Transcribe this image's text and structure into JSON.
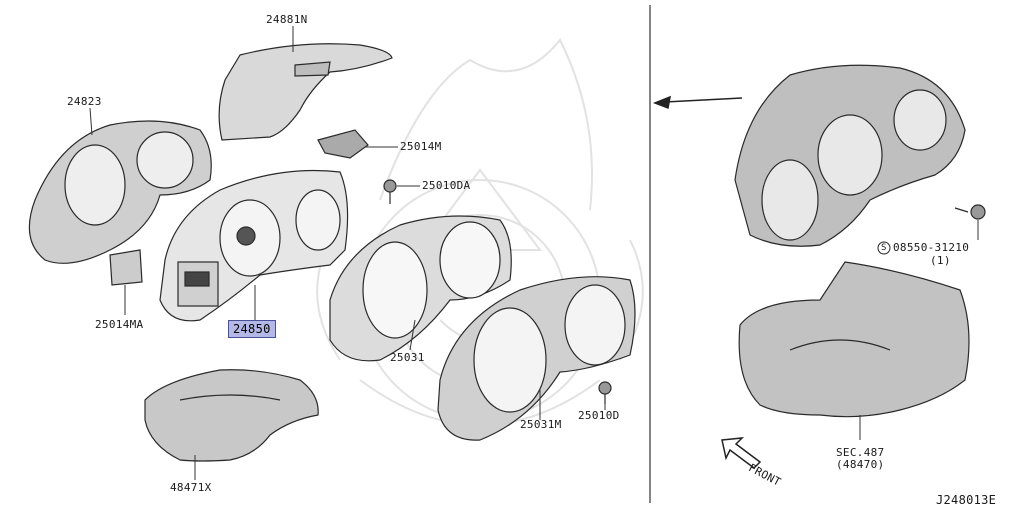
{
  "parts": {
    "p24881N": "24881N",
    "p24823": "24823",
    "p25014M": "25014M",
    "p25010DA": "25010DA",
    "p25014MA": "25014MA",
    "p24850": "24850",
    "p25031": "25031",
    "p25031M": "25031M",
    "p25010D": "25010D",
    "p48471X": "48471X",
    "p08550_31210": "08550-31210",
    "p08550_qty": "(1)",
    "sec_487": "SEC.487",
    "sec_487_ref": "(48470)"
  },
  "screw_symbol": "S",
  "front_label": "FRONT",
  "diagram_id": "J248013E",
  "colors": {
    "line": "#2a2a2a",
    "fill_gray": "#bdbdbd",
    "highlight": "#b4b8e6",
    "watermark": "#e4e4e4"
  }
}
